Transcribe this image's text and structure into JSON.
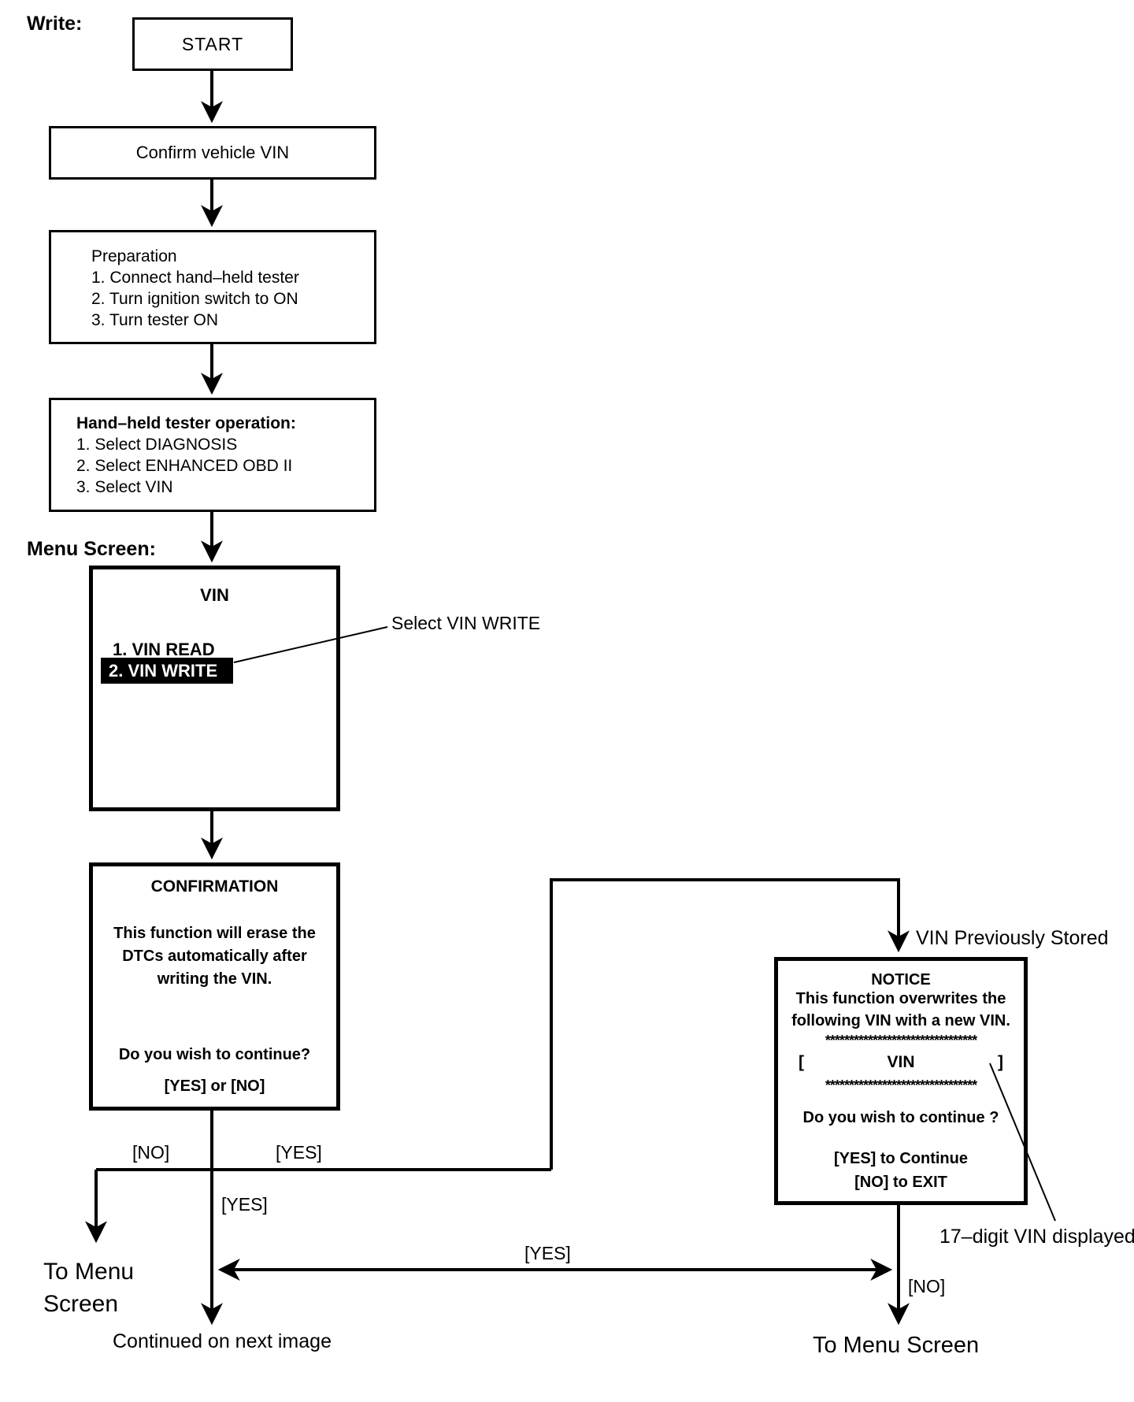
{
  "labels": {
    "write": "Write:",
    "menu_screen": "Menu Screen:",
    "select_vin_write": "Select VIN WRITE",
    "vin_previously_stored": "VIN Previously Stored",
    "vin_digits_note": "17–digit VIN displayed",
    "branch_no": "[NO]",
    "branch_yes": "[YES]",
    "confirm_yes": "[YES]",
    "cross_yes": "[YES]",
    "notice_no": "[NO]",
    "to_menu_left_line1": "To Menu",
    "to_menu_left_line2": "Screen",
    "continued": "Continued on next image",
    "to_menu_right": "To Menu Screen"
  },
  "boxes": {
    "start": {
      "title": "START"
    },
    "confirm_vin": {
      "text": "Confirm vehicle VIN"
    },
    "preparation": {
      "lines": [
        "Preparation",
        "1. Connect hand–held tester",
        "2. Turn ignition switch to ON",
        "3. Turn tester ON"
      ]
    },
    "tester_operation": {
      "title": "Hand–held tester operation:",
      "lines": [
        "1. Select DIAGNOSIS",
        "2. Select ENHANCED OBD II",
        "3. Select VIN"
      ]
    },
    "vin_menu": {
      "title": "VIN",
      "item_read": "1. VIN READ",
      "item_write": "2. VIN WRITE"
    },
    "confirmation": {
      "title": "CONFIRMATION",
      "body": [
        "This function will erase the",
        "DTCs automatically after",
        "writing the VIN."
      ],
      "question": "Do you wish to continue?",
      "options": "[YES] or [NO]"
    },
    "notice": {
      "title": "NOTICE",
      "body": [
        "This function overwrites the",
        "following VIN with a new VIN."
      ],
      "stars": "********************************",
      "vin_open": "[",
      "vin_label": "VIN",
      "vin_close": "]",
      "question": "Do you wish to continue ?",
      "yes_line": "[YES] to Continue",
      "no_line": "[NO] to EXIT"
    }
  }
}
